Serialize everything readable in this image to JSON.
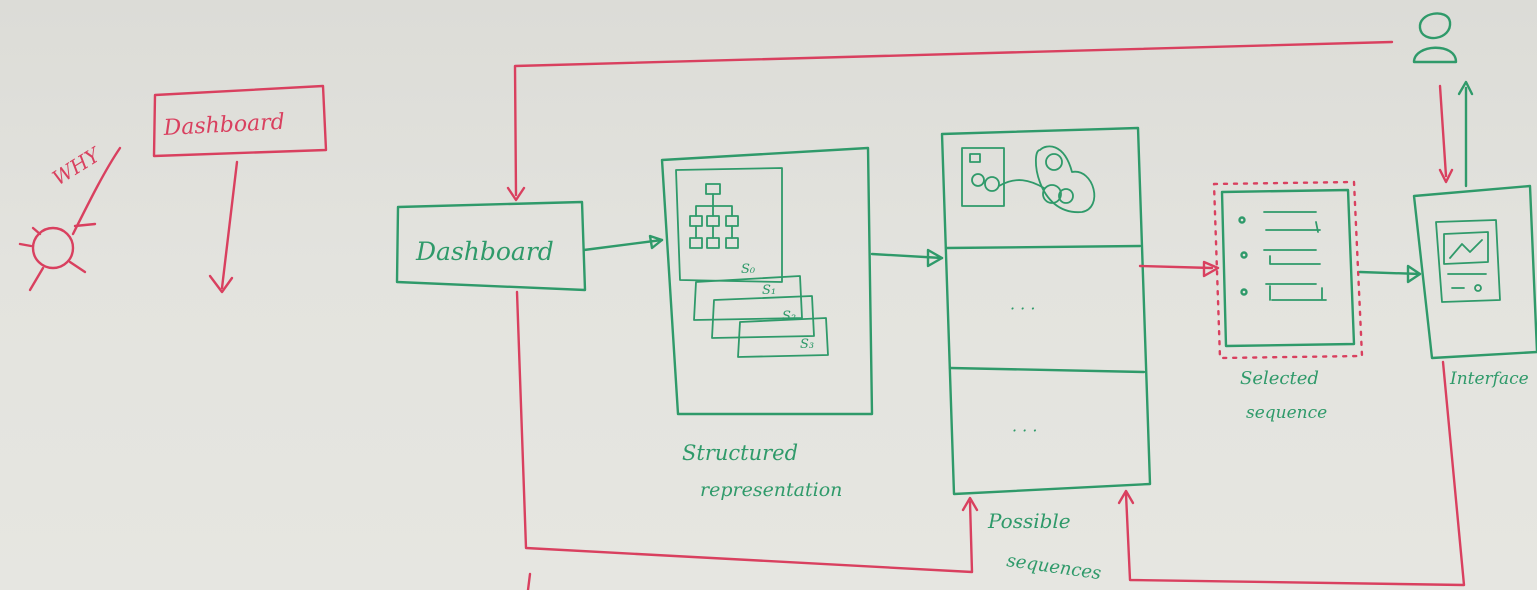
{
  "left_sketch": {
    "why_label": "WHY",
    "dashboard_label": "Dashboard"
  },
  "pipeline": {
    "dashboard_label": "Dashboard",
    "states": [
      "S₀",
      "S₁",
      "S₂",
      "S₃"
    ],
    "ellipsis_1": "· · ·",
    "ellipsis_2": "· · ·",
    "structured_label_line1": "Structured",
    "structured_label_line2": "representation",
    "possible_label_line1": "Possible",
    "possible_label_line2": "sequences",
    "selected_label_line1": "Selected",
    "selected_label_line2": "sequence",
    "interface_label": "Interface"
  },
  "colors": {
    "red_marker": "#d9405f",
    "green_marker": "#2f9a6a",
    "board": "#e3e3de"
  }
}
